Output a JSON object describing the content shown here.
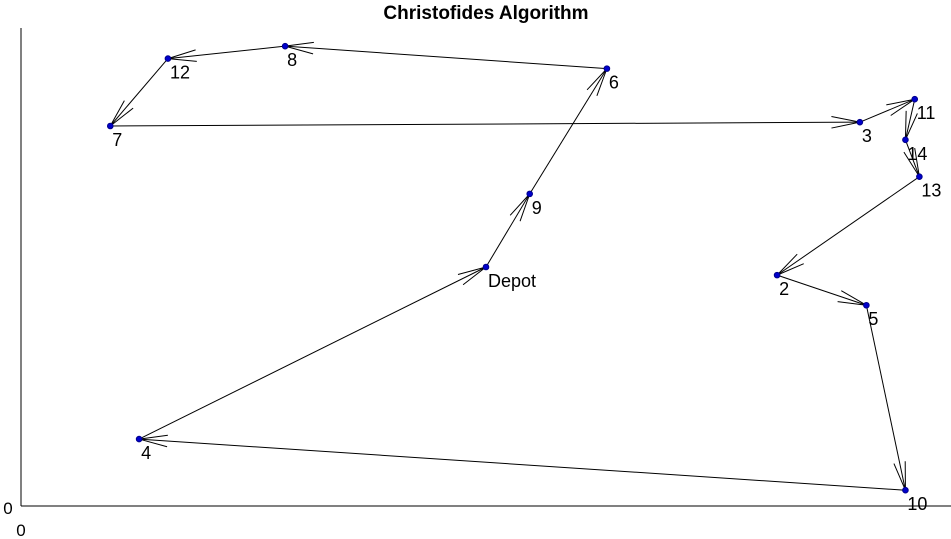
{
  "chart_data": {
    "type": "line",
    "title": "Christofides Algorithm",
    "xlabel": "",
    "ylabel": "",
    "xlim": [
      0,
      100
    ],
    "ylim": [
      0,
      100
    ],
    "x_ticks": [
      "0"
    ],
    "y_ticks": [
      "0"
    ],
    "grid": false,
    "nodes": [
      {
        "label": "Depot",
        "x": 50.0,
        "y": 50.0
      },
      {
        "label": "2",
        "x": 81.3,
        "y": 48.3
      },
      {
        "label": "3",
        "x": 90.2,
        "y": 80.3
      },
      {
        "label": "4",
        "x": 12.7,
        "y": 14.0
      },
      {
        "label": "5",
        "x": 90.9,
        "y": 42.0
      },
      {
        "label": "6",
        "x": 63.0,
        "y": 91.5
      },
      {
        "label": "7",
        "x": 9.6,
        "y": 79.5
      },
      {
        "label": "8",
        "x": 28.4,
        "y": 96.2
      },
      {
        "label": "9",
        "x": 54.7,
        "y": 65.3
      },
      {
        "label": "10",
        "x": 95.1,
        "y": 3.3
      },
      {
        "label": "11",
        "x": 96.1,
        "y": 85.1
      },
      {
        "label": "12",
        "x": 15.8,
        "y": 93.6
      },
      {
        "label": "13",
        "x": 96.6,
        "y": 68.9
      },
      {
        "label": "14",
        "x": 95.1,
        "y": 76.6
      }
    ],
    "tour": [
      "Depot",
      "9",
      "6",
      "8",
      "12",
      "7",
      "3",
      "11",
      "14",
      "13",
      "2",
      "5",
      "10",
      "4",
      "Depot"
    ]
  },
  "colors": {
    "node": "#0000cc",
    "edge": "#000000"
  }
}
